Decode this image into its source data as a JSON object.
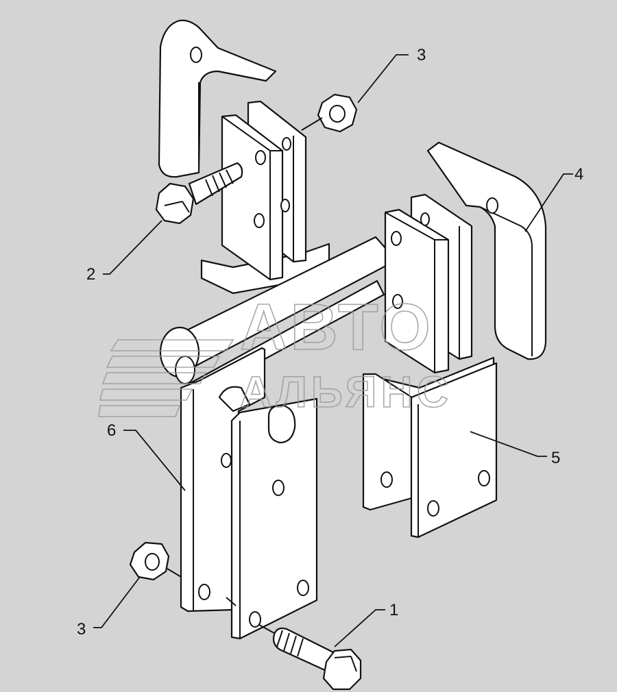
{
  "diagram": {
    "callouts": [
      {
        "id": "c1",
        "text": "1"
      },
      {
        "id": "c2",
        "text": "2"
      },
      {
        "id": "c3a",
        "text": "3"
      },
      {
        "id": "c3b",
        "text": "3"
      },
      {
        "id": "c4",
        "text": "4"
      },
      {
        "id": "c5",
        "text": "5"
      },
      {
        "id": "c6",
        "text": "6"
      }
    ],
    "watermark": {
      "line1": "АВТО",
      "line2": "АЛЬЯНС"
    }
  },
  "colors": {
    "background": "#d4d4d4",
    "line": "#111111",
    "watermark": "#9a9a9a"
  }
}
